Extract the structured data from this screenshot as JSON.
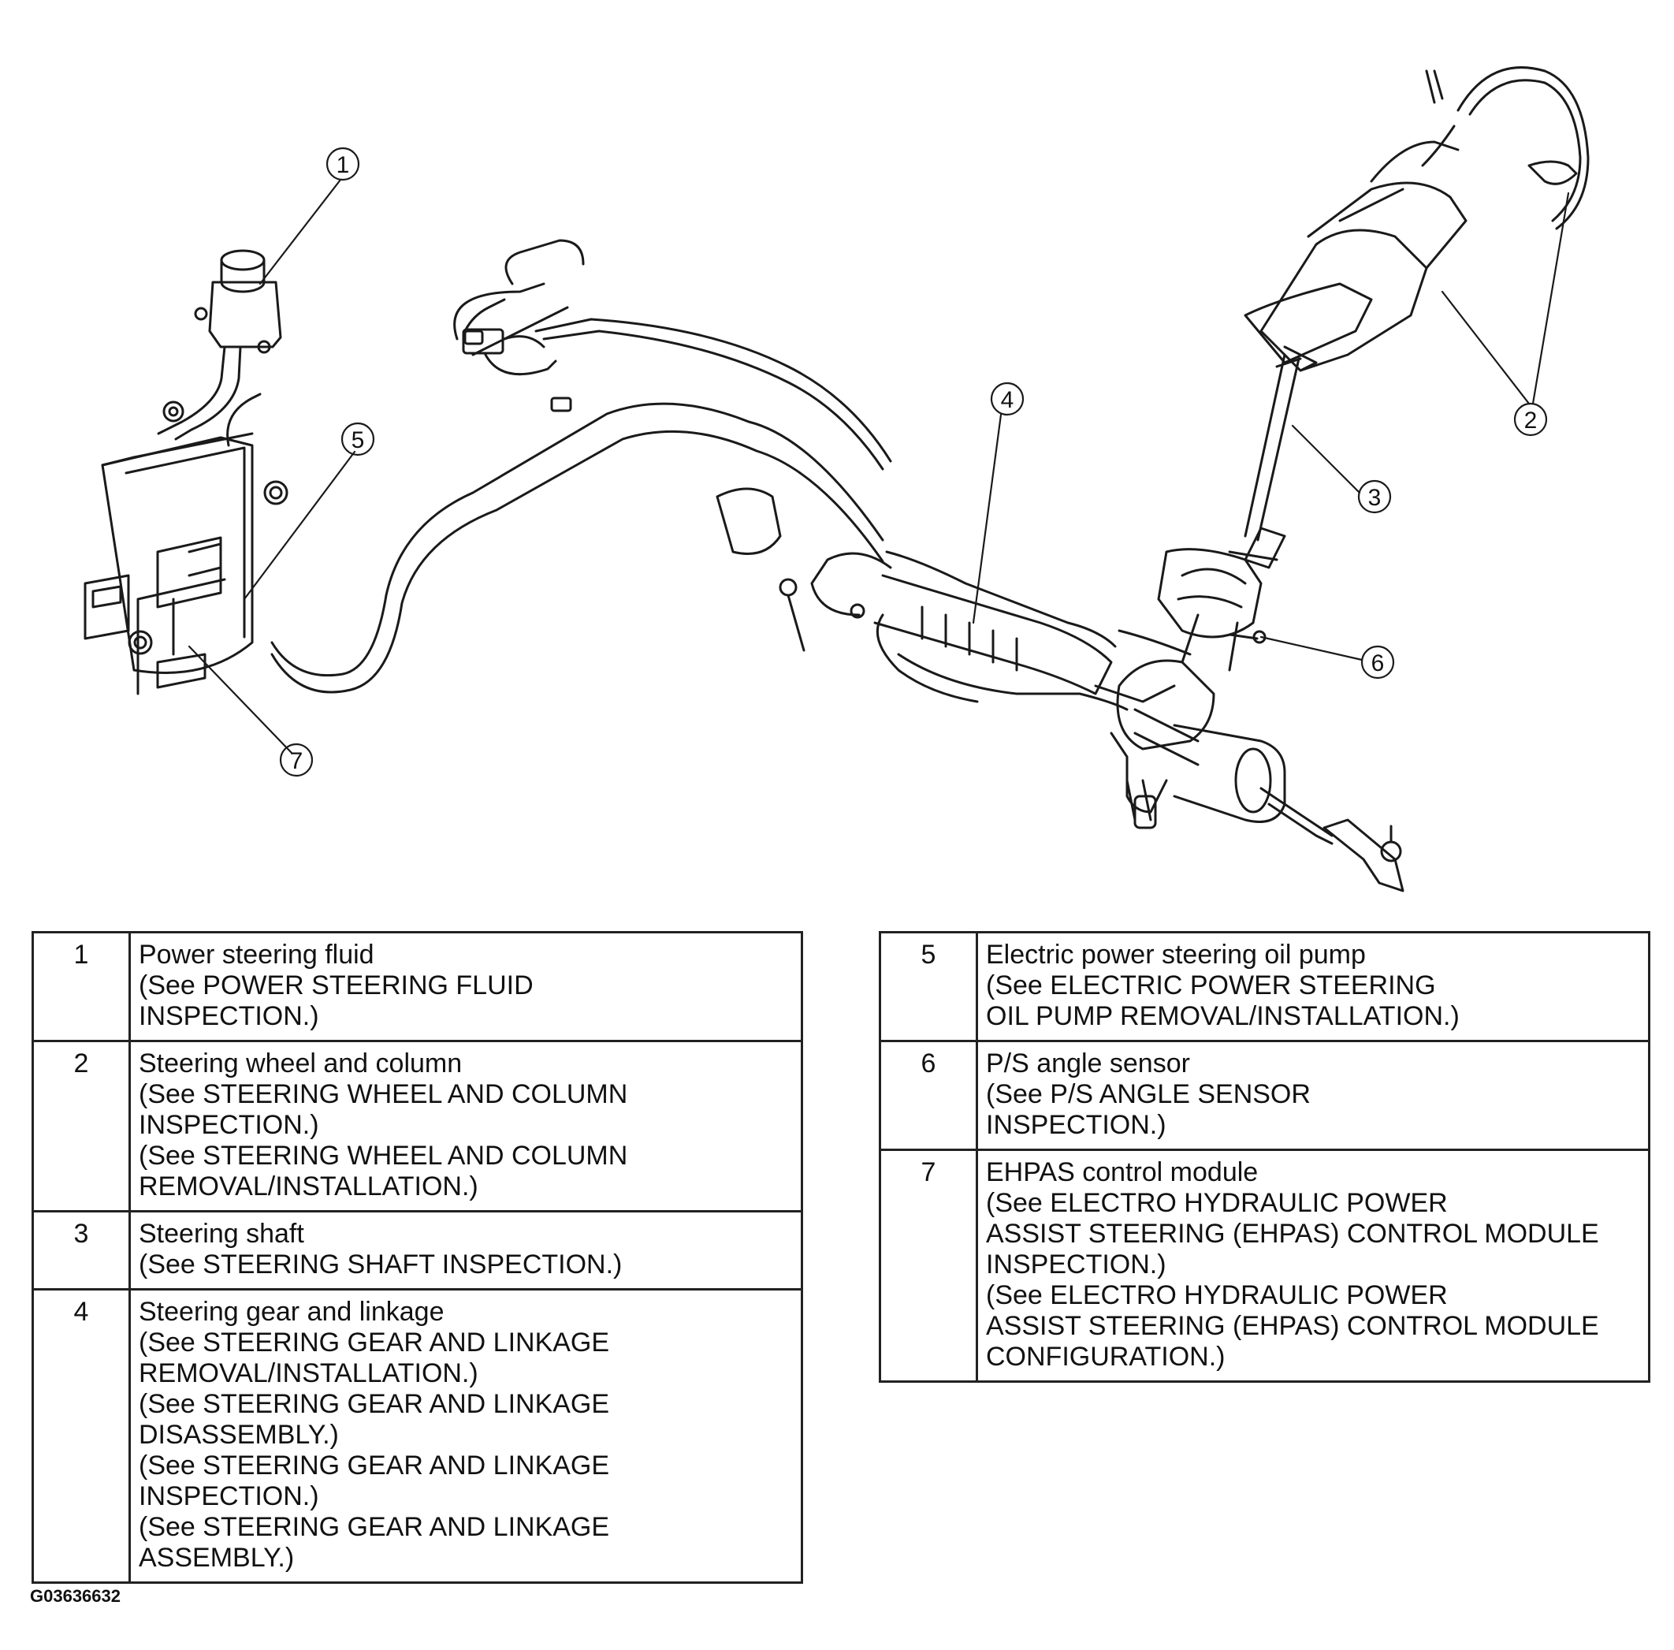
{
  "diagram": {
    "callouts": [
      "1",
      "2",
      "3",
      "4",
      "5",
      "6",
      "7"
    ]
  },
  "legend": {
    "left": [
      {
        "num": "1",
        "lines": [
          "Power steering fluid",
          "(See POWER STEERING FLUID",
          "INSPECTION.)"
        ]
      },
      {
        "num": "2",
        "lines": [
          "Steering wheel and column",
          "(See STEERING WHEEL AND COLUMN",
          "INSPECTION.)",
          "(See STEERING WHEEL AND COLUMN",
          "REMOVAL/INSTALLATION.)"
        ]
      },
      {
        "num": "3",
        "lines": [
          "Steering shaft",
          "(See STEERING SHAFT INSPECTION.)"
        ]
      },
      {
        "num": "4",
        "lines": [
          "Steering gear and linkage",
          "(See STEERING GEAR AND LINKAGE",
          "REMOVAL/INSTALLATION.)",
          "(See STEERING GEAR AND LINKAGE",
          "DISASSEMBLY.)",
          "(See STEERING GEAR AND LINKAGE",
          "INSPECTION.)",
          "(See STEERING GEAR AND LINKAGE",
          "ASSEMBLY.)"
        ]
      }
    ],
    "right": [
      {
        "num": "5",
        "lines": [
          "Electric power steering oil pump",
          "(See ELECTRIC POWER STEERING",
          "OIL PUMP REMOVAL/INSTALLATION.)"
        ]
      },
      {
        "num": "6",
        "lines": [
          "P/S angle sensor",
          "(See P/S ANGLE SENSOR",
          "INSPECTION.)"
        ]
      },
      {
        "num": "7",
        "lines": [
          "EHPAS control module",
          "(See ELECTRO HYDRAULIC POWER",
          "ASSIST STEERING (EHPAS) CONTROL MODULE",
          "INSPECTION.)",
          "(See ELECTRO HYDRAULIC POWER",
          "ASSIST STEERING (EHPAS) CONTROL MODULE",
          "CONFIGURATION.)"
        ]
      }
    ]
  },
  "figure_id": "G03636632"
}
